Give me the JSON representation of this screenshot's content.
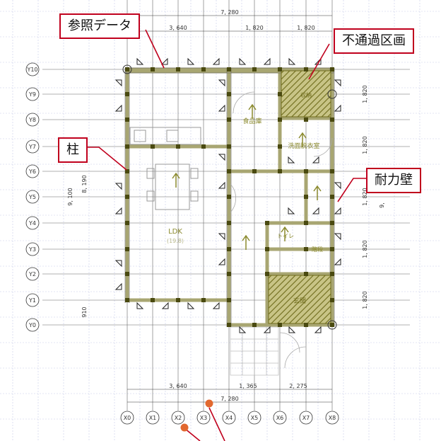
{
  "dimensions": {
    "top_total": "7, 280",
    "top_segments": [
      "3, 640",
      "1, 820",
      "1, 820"
    ],
    "bottom_segments": [
      "3, 640",
      "1, 365",
      "2, 275"
    ],
    "bottom_total": "7, 280",
    "left_total": "9, 100",
    "left_sub": "8, 190",
    "left_bottom": "910",
    "right_segments": [
      "1, 820",
      "1, 820",
      "1, 820",
      "1, 820",
      "1, 820"
    ],
    "right_total": "9,"
  },
  "grid_labels": {
    "y": [
      "Y10",
      "Y9",
      "Y8",
      "Y7",
      "Y6",
      "Y5",
      "Y4",
      "Y3",
      "Y2",
      "Y1",
      "Y0"
    ],
    "x": [
      "X0",
      "X1",
      "X2",
      "X3",
      "X4",
      "X5",
      "X6",
      "X7",
      "X8"
    ]
  },
  "rooms": {
    "ldk": "LDK",
    "ldk_area": "(19.8)",
    "storage": "食品庫",
    "washroom": "洗面脱衣室",
    "closet_top": "収納",
    "entrance": "玄関",
    "toilet": "トイレ",
    "stair": "階段"
  },
  "callouts": {
    "reference_data": "参照データ",
    "no_pass_zone": "不通過区画",
    "column": "柱",
    "bearing_wall": "耐力壁"
  },
  "colors": {
    "accent_red": "#c0001d",
    "wall_olive": "#8a8a3a",
    "hatch_olive": "#8b8a2e",
    "grid_blue": "#9aa0d8"
  }
}
